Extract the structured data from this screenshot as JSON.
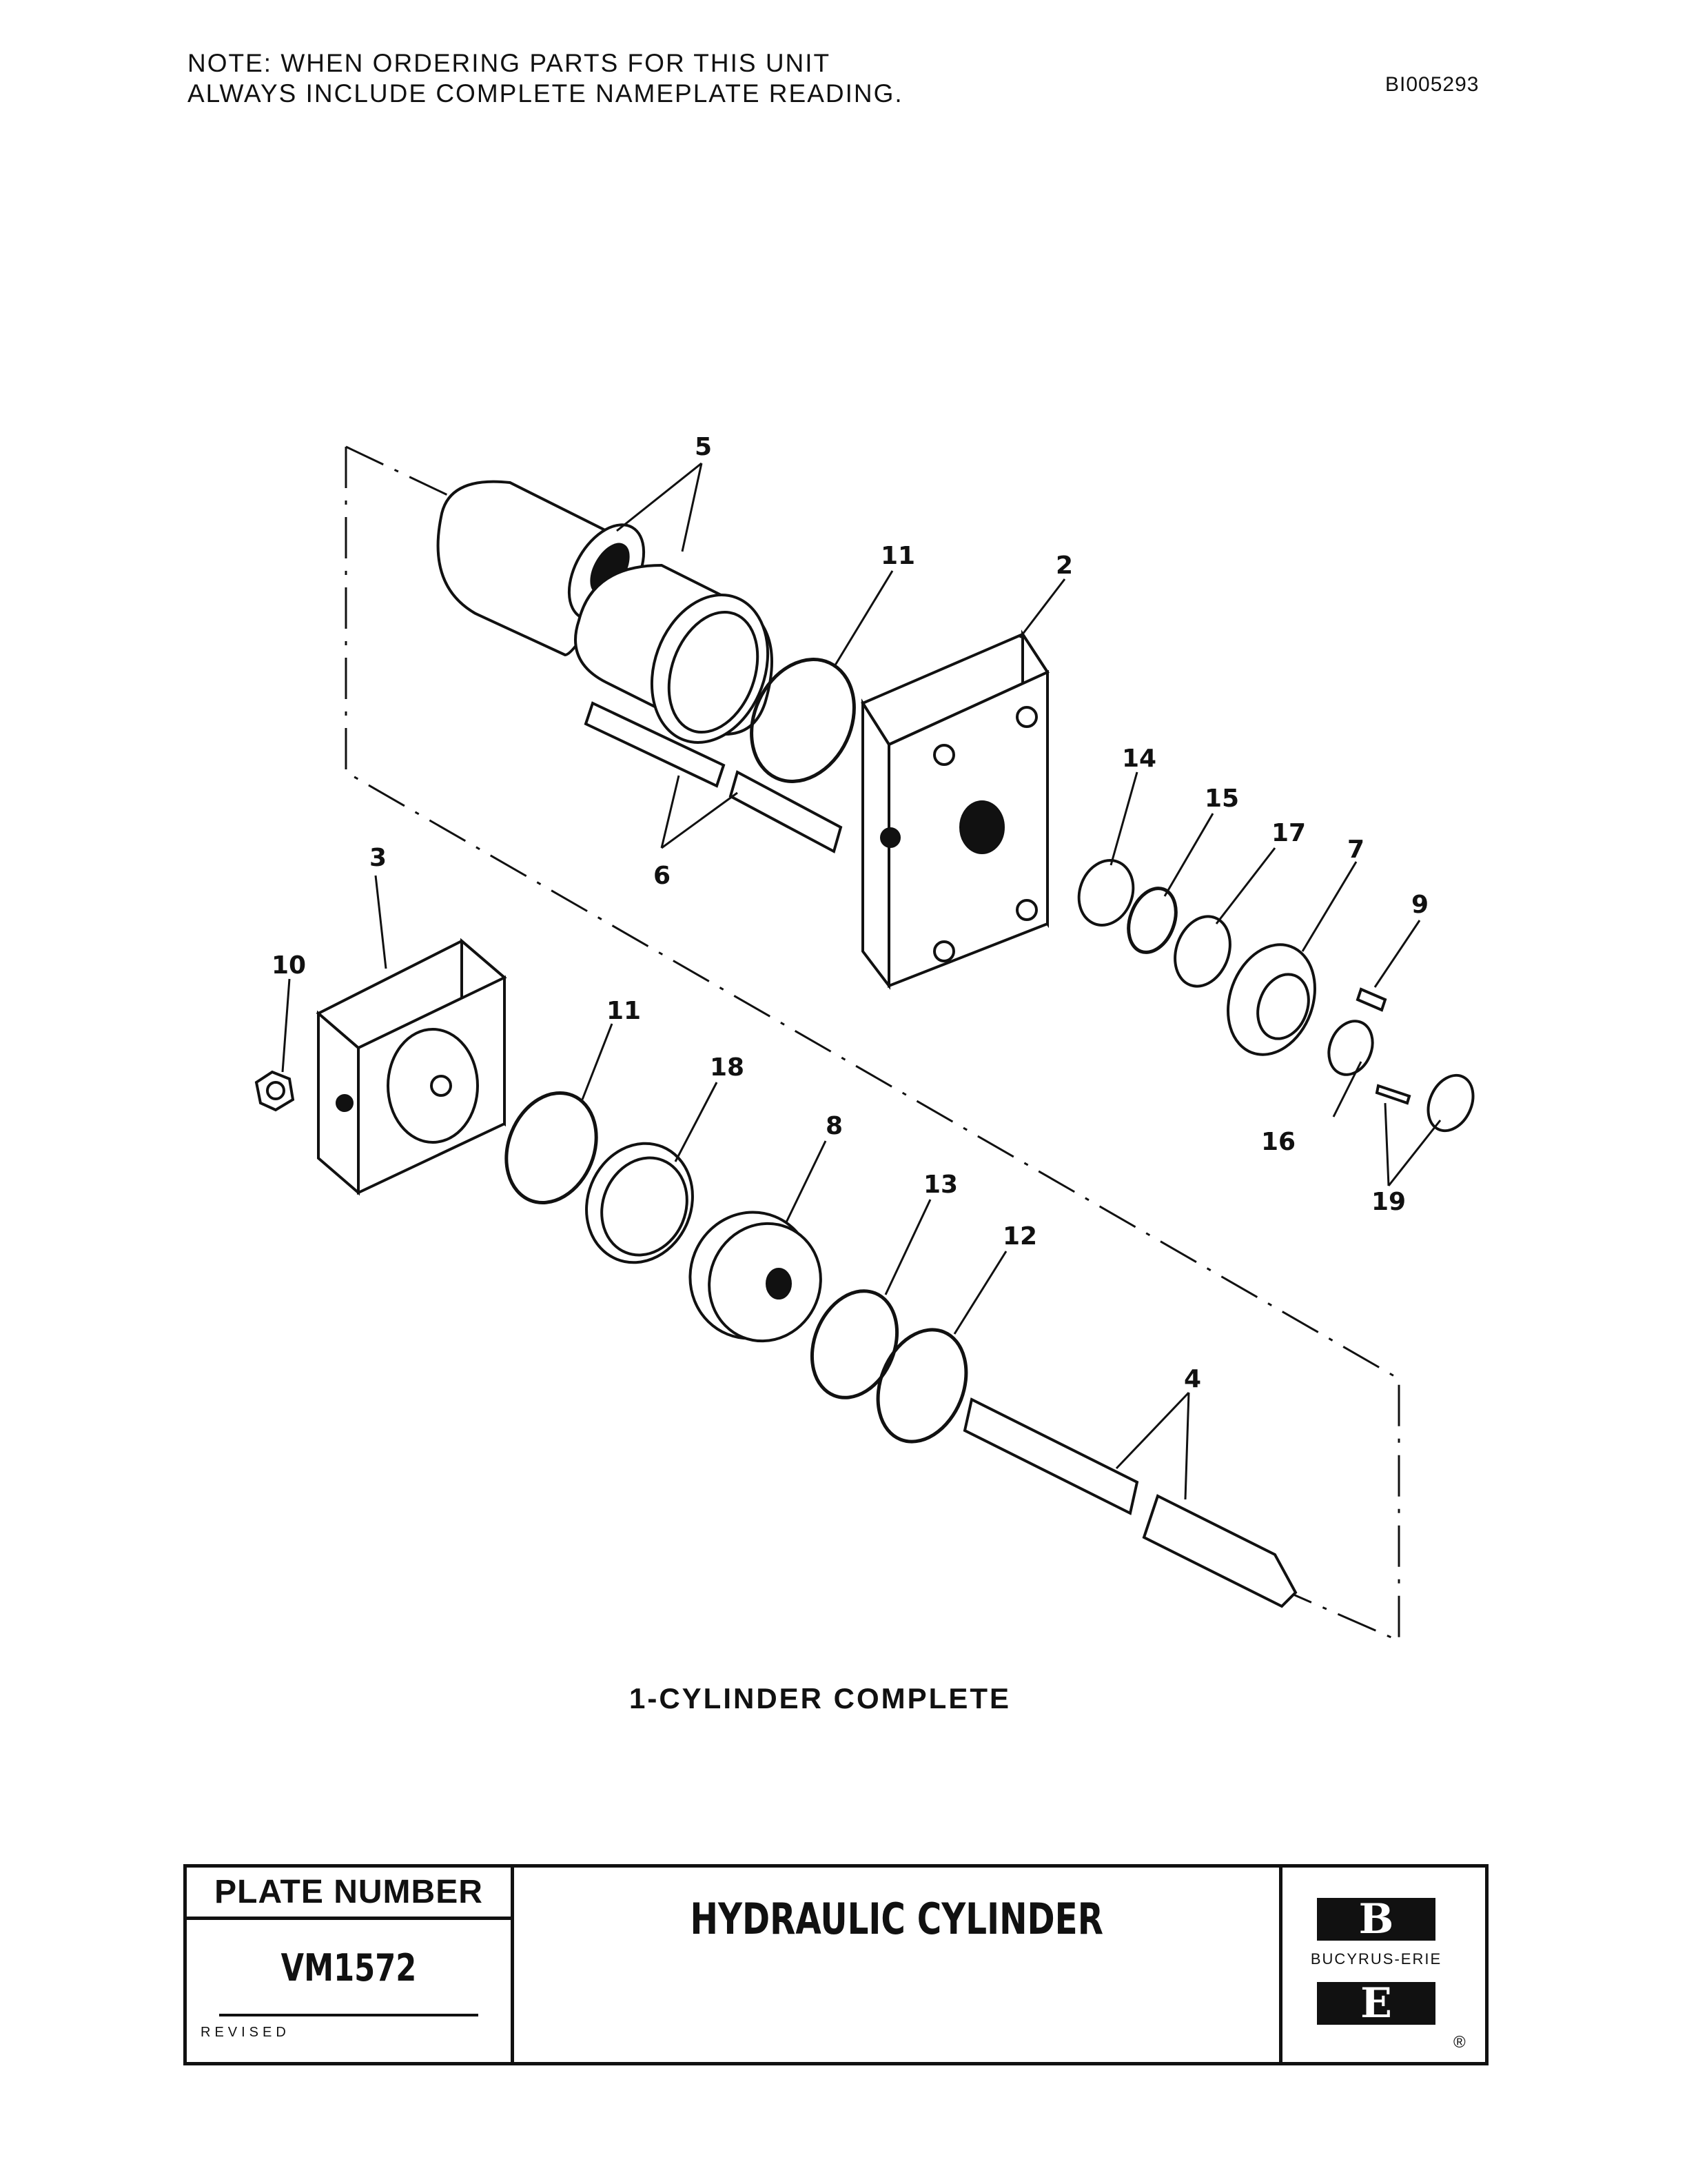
{
  "note": {
    "line1": "NOTE:  WHEN ORDERING PARTS FOR THIS UNIT",
    "line2": "ALWAYS INCLUDE COMPLETE NAMEPLATE READING."
  },
  "doc_id": "BI005293",
  "diagram": {
    "caption": "1-CYLINDER COMPLETE",
    "part_labels": {
      "p5": "5",
      "p11a": "11",
      "p2": "2",
      "p14": "14",
      "p15": "15",
      "p17": "17",
      "p7": "7",
      "p9": "9",
      "p6": "6",
      "p3": "3",
      "p10": "10",
      "p11b": "11",
      "p18": "18",
      "p8": "8",
      "p13": "13",
      "p12": "12",
      "p16": "16",
      "p19": "19",
      "p4": "4"
    }
  },
  "title_block": {
    "plate_number_label": "PLATE NUMBER",
    "plate_number": "VM1572",
    "revised_label": "REVISED",
    "title": "HYDRAULIC CYLINDER",
    "logo": {
      "top_letter": "B",
      "company": "BUCYRUS-ERIE",
      "bottom_letter": "E",
      "registered": "®"
    }
  }
}
